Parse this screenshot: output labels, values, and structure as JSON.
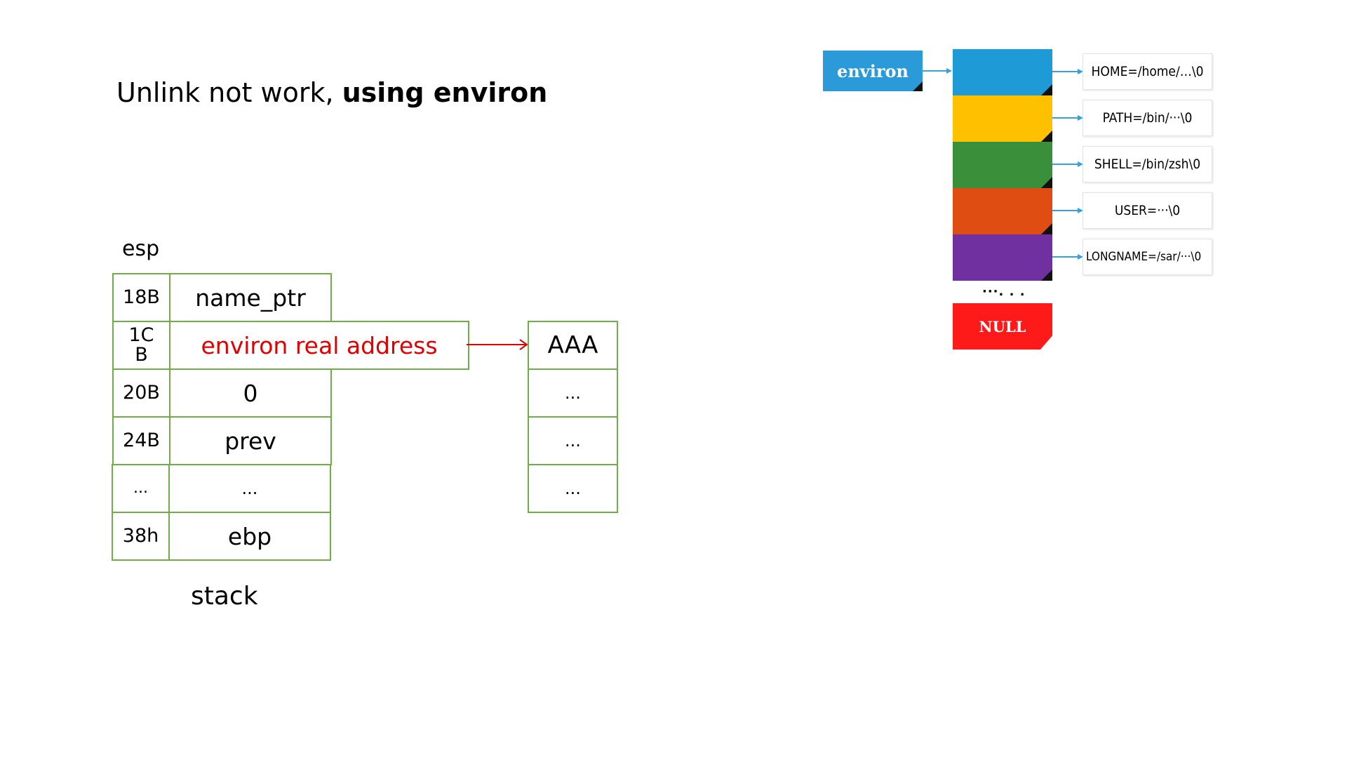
{
  "title": {
    "regular": "Unlink not work, ",
    "bold": "using environ"
  },
  "esp_label": "esp",
  "stack_label": "stack",
  "stack_rows": [
    {
      "offset": "18B",
      "value": "name_ptr"
    },
    {
      "offset": "1C\nB",
      "value": "environ real address"
    },
    {
      "offset": "20B",
      "value": "0"
    },
    {
      "offset": "24B",
      "value": "prev"
    },
    {
      "offset": "...",
      "value": "..."
    },
    {
      "offset": "38h",
      "value": "ebp"
    }
  ],
  "target_cells": [
    "AAA",
    "...",
    "...",
    "..."
  ],
  "environ_diagram": {
    "head_label": "environ",
    "entries": [
      {
        "text": "HOME=/home/…\\0",
        "color": "#1e9bd7"
      },
      {
        "text": "PATH=/bin/···\\0",
        "color": "#ffc000"
      },
      {
        "text": "SHELL=/bin/zsh\\0",
        "color": "#3a8f3a"
      },
      {
        "text": "USER=···\\0",
        "color": "#e04d12"
      },
      {
        "text": "LONGNAME=/sar/···\\0",
        "color": "#7030a0"
      }
    ],
    "ellipsis": "···. . .",
    "null_label": "NULL"
  },
  "colors": {
    "cell_border": "#70ad47",
    "highlight_text": "#e00000",
    "arrow": "#e00000"
  }
}
